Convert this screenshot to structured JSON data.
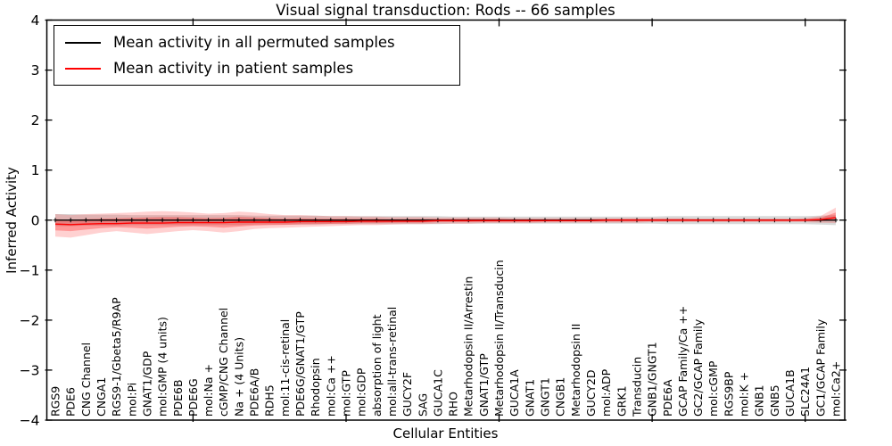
{
  "chart_data": {
    "type": "line",
    "title": "Visual signal transduction: Rods -- 66 samples",
    "xlabel": "Cellular Entities",
    "ylabel": "Inferred Activity",
    "ylim": [
      -4,
      4
    ],
    "yticks": [
      4,
      3,
      2,
      1,
      0,
      -1,
      -2,
      -3,
      -4
    ],
    "xticks_major_positions": [
      10,
      20,
      30,
      40,
      50
    ],
    "legend_position": "upper left",
    "legend": [
      "Mean activity in all permuted samples",
      "Mean activity in patient samples"
    ],
    "grid": false,
    "categories": [
      "RGS9",
      "PDE6",
      "CNG Channel",
      "CNGA1",
      "RGS9-1/Gbeta5/R9AP",
      "mol:Pi",
      "GNAT1/GDP",
      "mol:GMP (4 units)",
      "PDE6B",
      "PDE6G",
      "mol:Na +",
      "cGMP/CNG Channel",
      "Na + (4 Units)",
      "PDE6A/B",
      "RDH5",
      "mol:11-cis-retinal",
      "PDE6G/GNAT1/GTP",
      "Rhodopsin",
      "mol:Ca ++",
      "mol:GTP",
      "mol:GDP",
      "absorption of light",
      "mol:all-trans-retinal",
      "GUCY2F",
      "SAG",
      "GUCA1C",
      "RHO",
      "Metarhodopsin II/Arrestin",
      "GNAT1/GTP",
      "Metarhodopsin II/Transducin",
      "GUCA1A",
      "GNAT1",
      "GNGT1",
      "CNGB1",
      "Metarhodopsin II",
      "GUCY2D",
      "mol:ADP",
      "GRK1",
      "Transducin",
      "GNB1/GNGT1",
      "PDE6A",
      "GCAP Family/Ca ++",
      "GC2/GCAP Family",
      "mol:cGMP",
      "RGS9BP",
      "mol:K +",
      "GNB1",
      "GNB5",
      "GUCA1B",
      "SLC24A1",
      "GC1/GCAP Family",
      "mol:Ca2+"
    ],
    "series": [
      {
        "name": "Mean activity in all permuted samples",
        "color": "#000000",
        "values": [
          0,
          0,
          0,
          0,
          0,
          0,
          0,
          0,
          0,
          0,
          0,
          0,
          0,
          0,
          0,
          0,
          0,
          0,
          0,
          0,
          0,
          0,
          0,
          0,
          0,
          0,
          0,
          0,
          0,
          0,
          0,
          0,
          0,
          0,
          0,
          0,
          0,
          0,
          0,
          0,
          0,
          0,
          0,
          0,
          0,
          0,
          0,
          0,
          0,
          0,
          0,
          0
        ],
        "band_halfwidth": [
          0.12,
          0.12,
          0.11,
          0.11,
          0.11,
          0.1,
          0.1,
          0.1,
          0.1,
          0.1,
          0.1,
          0.1,
          0.1,
          0.09,
          0.09,
          0.09,
          0.09,
          0.09,
          0.08,
          0.08,
          0.08,
          0.08,
          0.08,
          0.08,
          0.08,
          0.08,
          0.07,
          0.07,
          0.07,
          0.07,
          0.07,
          0.07,
          0.07,
          0.07,
          0.07,
          0.07,
          0.07,
          0.07,
          0.07,
          0.07,
          0.08,
          0.08,
          0.08,
          0.08,
          0.08,
          0.08,
          0.08,
          0.08,
          0.08,
          0.08,
          0.09,
          0.1
        ]
      },
      {
        "name": "Mean activity in patient samples",
        "color": "#ff0000",
        "values": [
          -0.08,
          -0.09,
          -0.08,
          -0.07,
          -0.07,
          -0.06,
          -0.06,
          -0.06,
          -0.05,
          -0.05,
          -0.05,
          -0.05,
          -0.04,
          -0.04,
          -0.04,
          -0.04,
          -0.03,
          -0.03,
          -0.03,
          -0.03,
          -0.02,
          -0.02,
          -0.02,
          -0.02,
          -0.02,
          -0.01,
          -0.01,
          -0.01,
          -0.01,
          -0.01,
          -0.01,
          -0.01,
          -0.01,
          -0.01,
          -0.01,
          -0.01,
          0,
          0,
          0,
          0,
          0,
          0,
          0,
          0,
          0,
          0,
          0,
          0,
          0,
          0,
          0.01,
          0.05
        ],
        "band_upper": [
          0.12,
          0.1,
          0.12,
          0.13,
          0.14,
          0.15,
          0.17,
          0.18,
          0.17,
          0.15,
          0.13,
          0.14,
          0.17,
          0.15,
          0.12,
          0.1,
          0.1,
          0.09,
          0.08,
          0.08,
          0.07,
          0.07,
          0.06,
          0.06,
          0.06,
          0.05,
          0.05,
          0.05,
          0.05,
          0.05,
          0.04,
          0.04,
          0.04,
          0.04,
          0.04,
          0.04,
          0.04,
          0.04,
          0.04,
          0.04,
          0.04,
          0.04,
          0.03,
          0.03,
          0.03,
          0.03,
          0.03,
          0.03,
          0.03,
          0.04,
          0.08,
          0.25
        ],
        "band_lower": [
          -0.33,
          -0.35,
          -0.3,
          -0.25,
          -0.22,
          -0.25,
          -0.28,
          -0.25,
          -0.22,
          -0.2,
          -0.22,
          -0.25,
          -0.22,
          -0.18,
          -0.16,
          -0.15,
          -0.14,
          -0.13,
          -0.12,
          -0.11,
          -0.1,
          -0.1,
          -0.09,
          -0.08,
          -0.08,
          -0.07,
          -0.07,
          -0.07,
          -0.06,
          -0.06,
          -0.06,
          -0.06,
          -0.05,
          -0.05,
          -0.05,
          -0.05,
          -0.05,
          -0.05,
          -0.05,
          -0.04,
          -0.04,
          -0.04,
          -0.04,
          -0.04,
          -0.04,
          -0.04,
          -0.04,
          -0.04,
          -0.04,
          -0.04,
          -0.05,
          -0.06,
          -0.08
        ]
      }
    ],
    "colors": {
      "permuted_line": "#000000",
      "patient_line": "#ff0000",
      "permuted_band": "rgba(0,0,0,0.15)",
      "patient_band_outer": "rgba(255,0,0,0.18)",
      "patient_band_inner": "rgba(255,0,0,0.28)"
    }
  }
}
